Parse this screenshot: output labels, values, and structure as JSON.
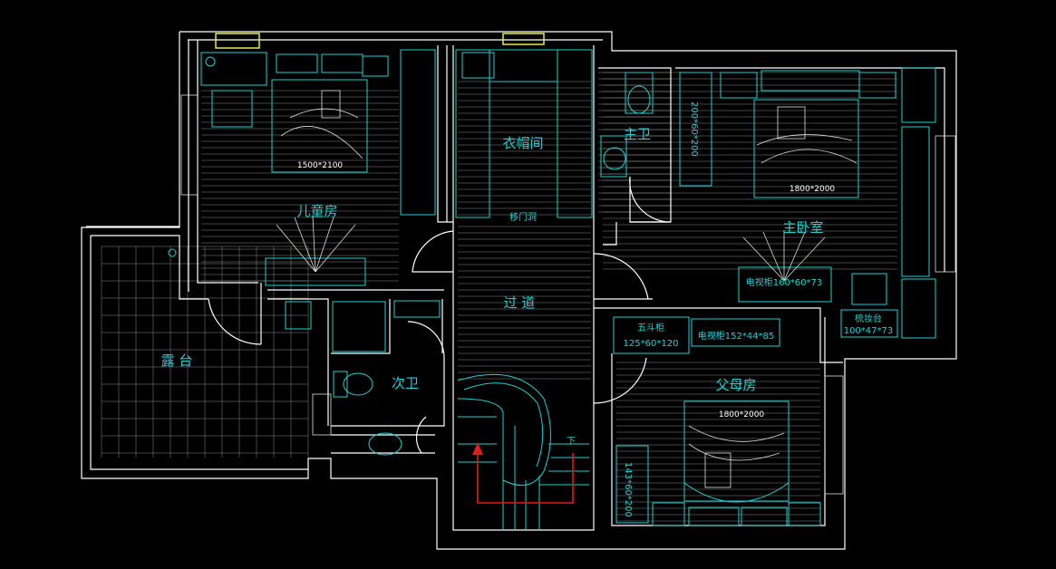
{
  "rooms": {
    "children_room": "儿童房",
    "cloakroom": "衣帽间",
    "master_bath": "主卫",
    "master_bedroom": "主卧室",
    "corridor": "过 道",
    "terrace": "露 台",
    "second_bath": "次卫",
    "parents_room": "父母房"
  },
  "labels": {
    "bed_children": "1500*2100",
    "bed_master": "1800*2000",
    "bed_parents": "1800*2000",
    "sliding_door": "移门洞",
    "wardrobe_master": "200*60*200",
    "tv_master": "电视柜160*60*73",
    "dresser_title": "梳妆台",
    "dresser_size": "100*47*73",
    "chest_title": "五斗柜",
    "chest_size": "125*60*120",
    "tv_parents": "电视柜152*44*85",
    "wardrobe_parents": "143*60*200",
    "stair_down": "下"
  },
  "colors": {
    "background": "#000000",
    "walls": "#ffffff",
    "furniture": "#1fd1d1",
    "hatch": "#8a8a8a",
    "stair_arrow": "#e01b1b",
    "window": "#e8e84a"
  }
}
